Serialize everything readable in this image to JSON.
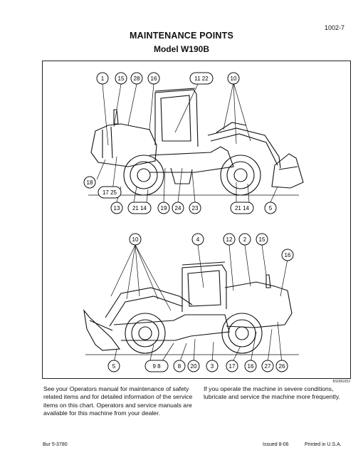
{
  "header": {
    "page_number": "1002-7",
    "title": "MAINTENANCE POINTS",
    "subtitle": "Model W190B"
  },
  "figure": {
    "image_code": "BS08G053",
    "top_view_callouts": [
      "1",
      "15",
      "28",
      "16",
      "11",
      "22",
      "10",
      "18",
      "17",
      "25",
      "13",
      "21",
      "14",
      "19",
      "24",
      "23",
      "21",
      "14",
      "5"
    ],
    "bottom_view_callouts": [
      "10",
      "4",
      "12",
      "2",
      "15",
      "16",
      "5",
      "9",
      "8",
      "8",
      "20",
      "3",
      "17",
      "16",
      "27",
      "26"
    ]
  },
  "body": {
    "left_paragraph": "See your Operators manual for maintenance of safety related items and for detailed information of the service items on this chart. Operators and service manuals are available for this machine from your dealer.",
    "right_paragraph": "If you operate the machine in severe conditions, lubricate and service the machine more frequently."
  },
  "footer": {
    "doc_number": "Bur 5-3780",
    "issued": "Issued 8-06",
    "printed": "Printed in U.S.A."
  }
}
